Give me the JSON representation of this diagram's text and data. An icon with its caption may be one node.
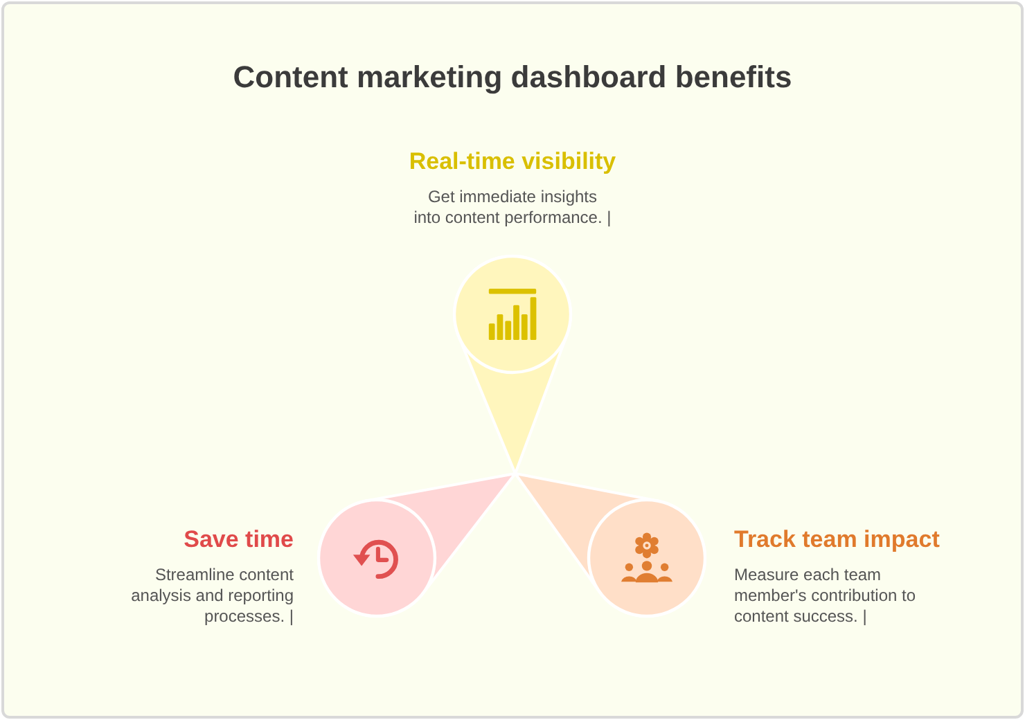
{
  "diagram": {
    "title": "Content marketing dashboard benefits",
    "nodes": [
      {
        "text": [
          "Real-time visibility",
          "Get immediate insights into content performance. |"
        ]
      },
      {
        "text": [
          "Save time",
          "Streamline content analysis and reporting processes. |"
        ]
      },
      {
        "text": [
          "Track team impact",
          "Measure each team member's contribution to content success. |"
        ]
      }
    ]
  }
}
